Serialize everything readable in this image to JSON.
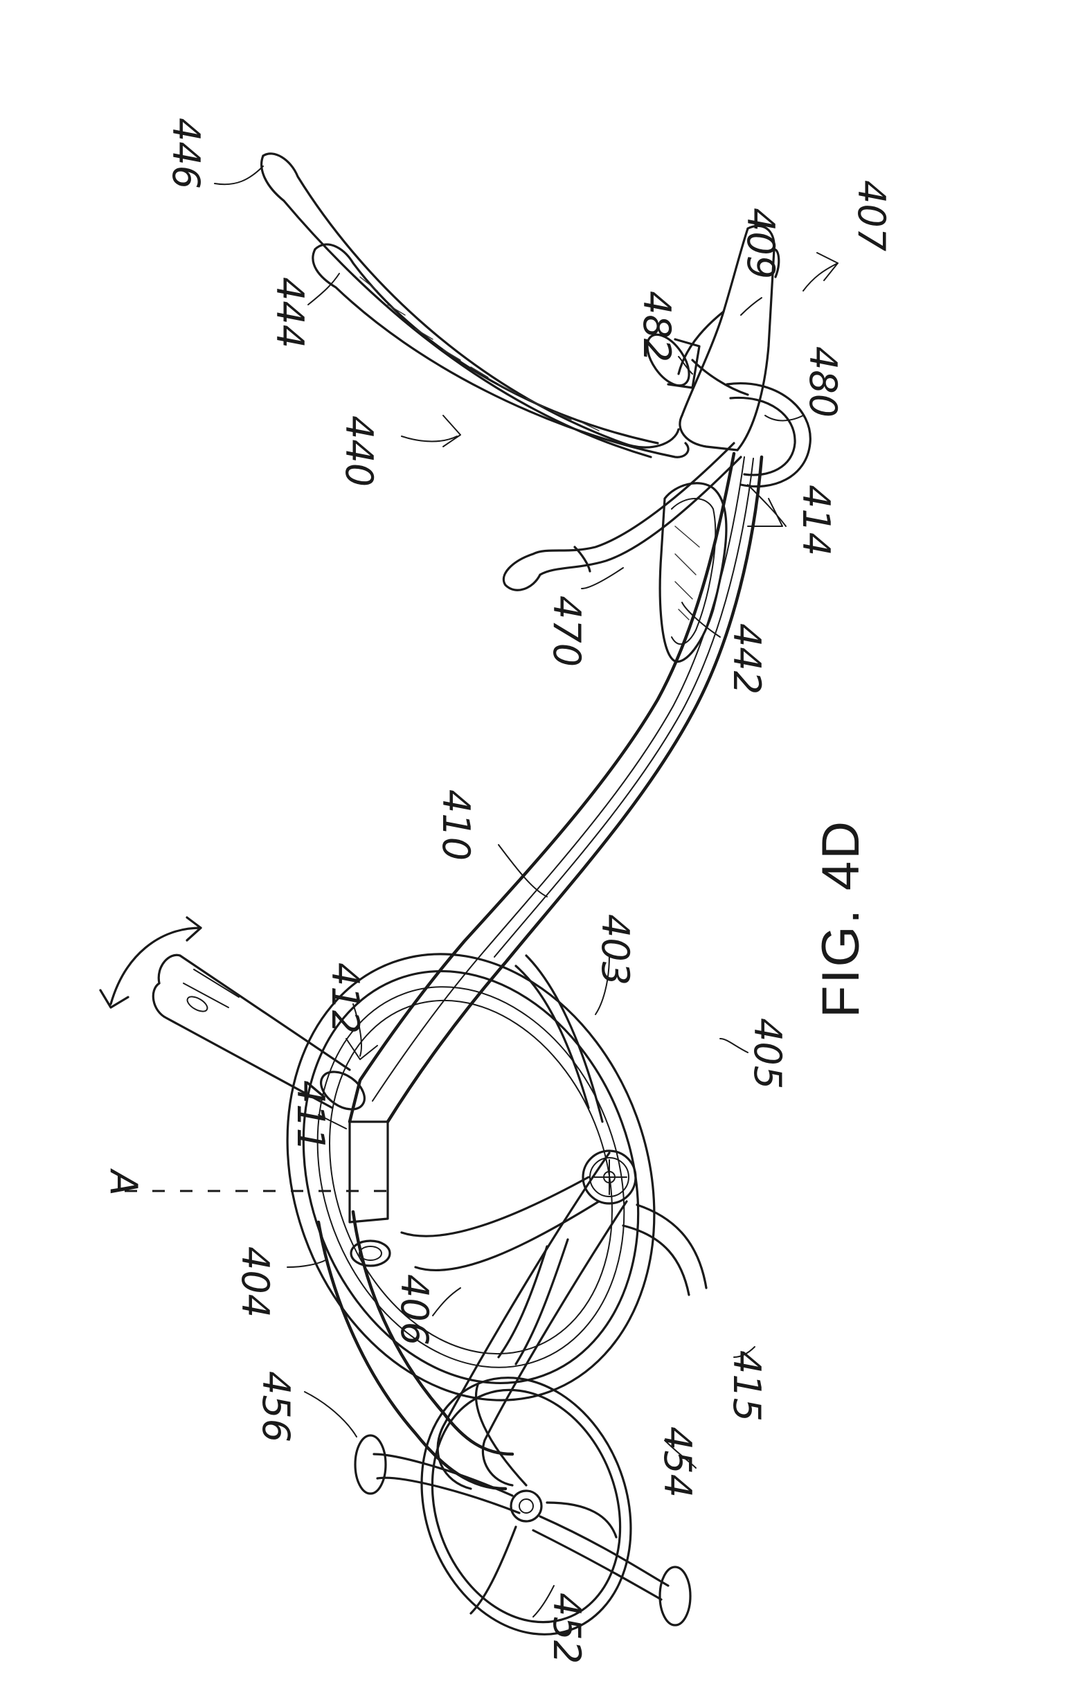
{
  "figure": {
    "caption": "FIG. 4D"
  },
  "reference_labels": {
    "r446": "446",
    "r444": "444",
    "r482": "482",
    "r409": "409",
    "r407": "407",
    "r440": "440",
    "r470": "470",
    "r480": "480",
    "r414": "414",
    "r442": "442",
    "r410": "410",
    "r403": "403",
    "r405": "405",
    "r412": "412",
    "r411": "411",
    "rA": "A",
    "r404": "404",
    "r406": "406",
    "r415": "415",
    "r454": "454",
    "r456": "456",
    "r452": "452"
  }
}
